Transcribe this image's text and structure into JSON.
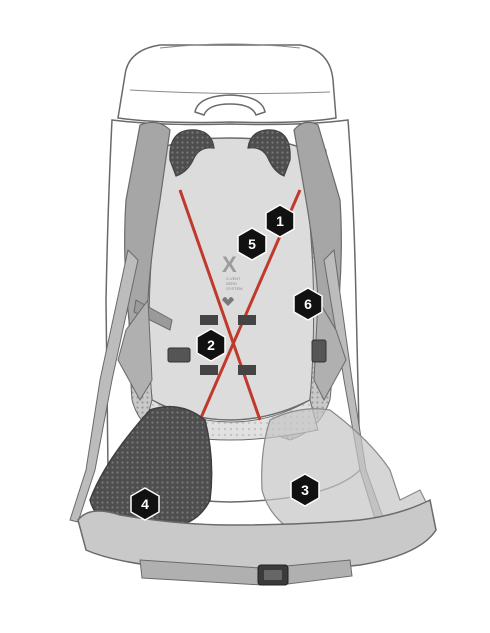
{
  "badges": [
    {
      "id": "1",
      "label": "1"
    },
    {
      "id": "2",
      "label": "2"
    },
    {
      "id": "3",
      "label": "3"
    },
    {
      "id": "4",
      "label": "4"
    },
    {
      "id": "5",
      "label": "5"
    },
    {
      "id": "6",
      "label": "6"
    }
  ],
  "logo": {
    "mark": "X",
    "line1": "X-VENT",
    "line2": "ZERO",
    "line3": "SYSTEM"
  },
  "colors": {
    "outline": "#6a6a6a",
    "pack_fill": "#ffffff",
    "back_panel": "#dcdcdc",
    "mesh": "#b9b9b9",
    "strap": "#a6a6a6",
    "strap_dark": "#8d8d8d",
    "pad_dark": "#5a5a5a",
    "hip_belt": "#c9c9c9",
    "tension_rod": "#c0392b",
    "badge": "#111111"
  }
}
